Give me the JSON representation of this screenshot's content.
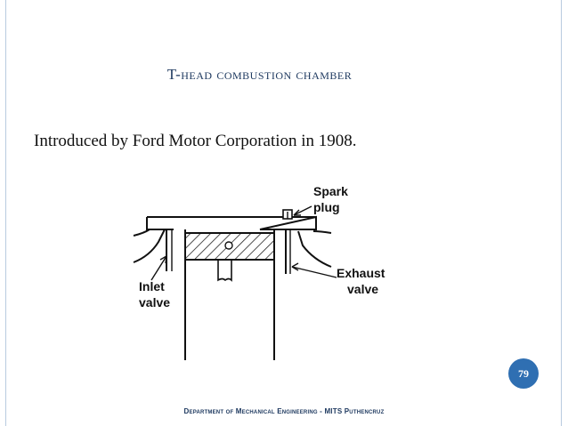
{
  "slide": {
    "title": "T-head combustion chamber",
    "body": "Introduced by Ford Motor Corporation in 1908.",
    "page_number": "79",
    "footer": "Department of Mechanical Engineering - MITS Puthencruz"
  },
  "diagram": {
    "labels": {
      "spark_plug_line1": "Spark",
      "spark_plug_line2": "plug",
      "exhaust_line1": "Exhaust",
      "exhaust_line2": "valve",
      "inlet_line1": "Inlet",
      "inlet_line2": "valve"
    }
  },
  "colors": {
    "title": "#1f3a60",
    "accent": "#2f6fb2",
    "border": "#b9cbe0"
  }
}
